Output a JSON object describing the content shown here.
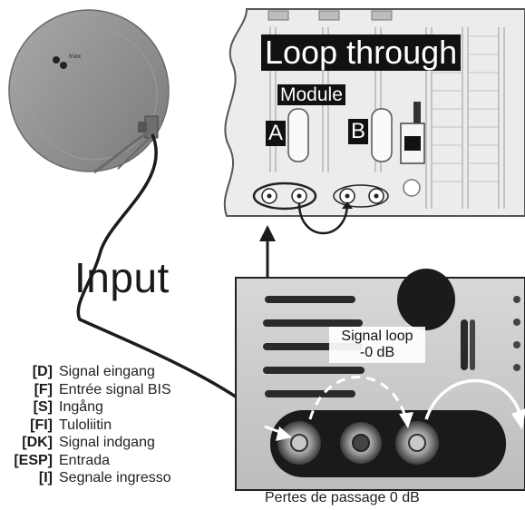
{
  "module": {
    "title": "Loop through",
    "label": "Module",
    "slot_a": "A",
    "slot_b": "B"
  },
  "input_label": "Input",
  "signal_loop": {
    "line1": "Signal loop",
    "line2": "-0 dB"
  },
  "legend": [
    {
      "code": "[D]",
      "text": "Signal eingang"
    },
    {
      "code": "[F]",
      "text": "Entrée signal BIS"
    },
    {
      "code": "[S]",
      "text": "Ingång"
    },
    {
      "code": "[FI]",
      "text": "Tuloliitin"
    },
    {
      "code": "[DK]",
      "text": "Signal indgang"
    },
    {
      "code": "[ESP]",
      "text": "Entrada"
    },
    {
      "code": "[I]",
      "text": "Segnale ingresso"
    }
  ],
  "caption": "Pertes de passage 0 dB",
  "colors": {
    "dish": "#8f8f8f",
    "receiver": "#ececec",
    "label_bg": "#111111"
  }
}
